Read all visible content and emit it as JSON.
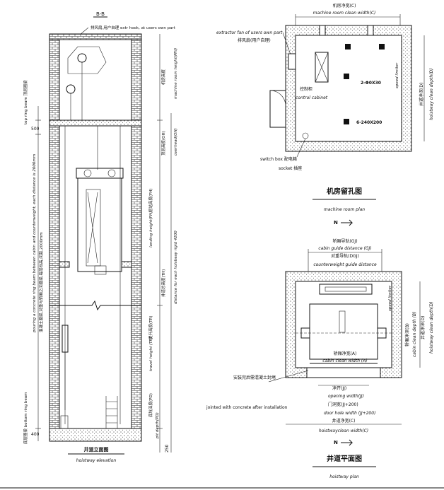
{
  "elevation": {
    "section_mark": "B-B",
    "extractor_note": "排风扇,用户自理 extr hook, at users own part",
    "mr_height_cn": "机房高度",
    "mr_height_en": "machine room height(MH)",
    "top_ring_beam": "top ring beam 顶层圈梁",
    "dim_500": "500",
    "overhead_cn": "顶层高度(OH)",
    "overhead_en": "overhead(OH)",
    "beam_dist_note": "混凝土圈梁,对重与轿厢之间圈梁,每层标高,间距,2000mm",
    "beam_dist_en": "pouring a concrete ring beam between cabin and counterweight, each distance is 2000mm",
    "landing_cn": "层站高度(FH)",
    "landing_en": "landing height(FH)",
    "hoistway_height_cn": "井道总高度(TH)",
    "hoistway_height_en": "distance for each hoistway rigid 4200",
    "travel_cn": "提升高度(TR)",
    "travel_en": "travel height (TR)",
    "pit_cn": "底坑深度(PD)",
    "pit_en": "pit depth(PD)",
    "bottom_beam": "底层圈梁 bottom ring beam",
    "dim_400": "400",
    "dim_250": "250",
    "title_cn": "井道立面图",
    "title_en": "hoistway elevation"
  },
  "machine_room": {
    "clean_width_cn": "机房净宽(C)",
    "clean_width_en": "machine room clean width(C)",
    "extractor_en": "extractor fan of users own part",
    "extractor_cn": "排风扇(用户自理)",
    "control_cn": "控制柜",
    "control_en": "control cabinet",
    "hole1": "2-Φ0X30",
    "hole2": "6-240X200",
    "speed_limiter": "speed limiter",
    "depth_cn": "井道净深(D)",
    "depth_en": "hoistway clean depth(D)",
    "switch_box": "switch box 配电箱",
    "socket": "socket 插座",
    "title_cn": "机房留孔图",
    "title_en": "machine room plan",
    "north": "N"
  },
  "hoistway_plan": {
    "cabin_guide_cn": "轿厢导轨(GJ)",
    "cabin_guide_en": "cabin guide distance (GJ)",
    "cw_guide_cn": "对重导轨(DGJ)",
    "cw_guide_en": "counterweight guide distance",
    "speed_limiter": "speed limiter",
    "cabin_depth_cn": "轿厢净深(B)",
    "cabin_depth_en": "cabin clean depth (B)",
    "hw_depth_cn": "井道净深(D)",
    "hw_depth_en": "hoistway clean depth(D)",
    "cabin_width_cn": "轿厢净宽(A)",
    "cabin_width_en": "cabin clean width (A)",
    "concrete_cn": "安装完后需混凝土封堵",
    "concrete_en": "jointed with concrete after installation",
    "opening_cn": "净开(JJ)",
    "opening_en": "opening width(JJ)",
    "door_hole_cn": "门洞宽(JJ+200)",
    "door_hole_en": "door hole width (JJ+200)",
    "hw_width_cn": "井道净宽(C)",
    "hw_width_en": "hoistwayclean width(C)",
    "title_cn": "井道平面图",
    "title_en": "hoistway plan",
    "north": "N"
  }
}
